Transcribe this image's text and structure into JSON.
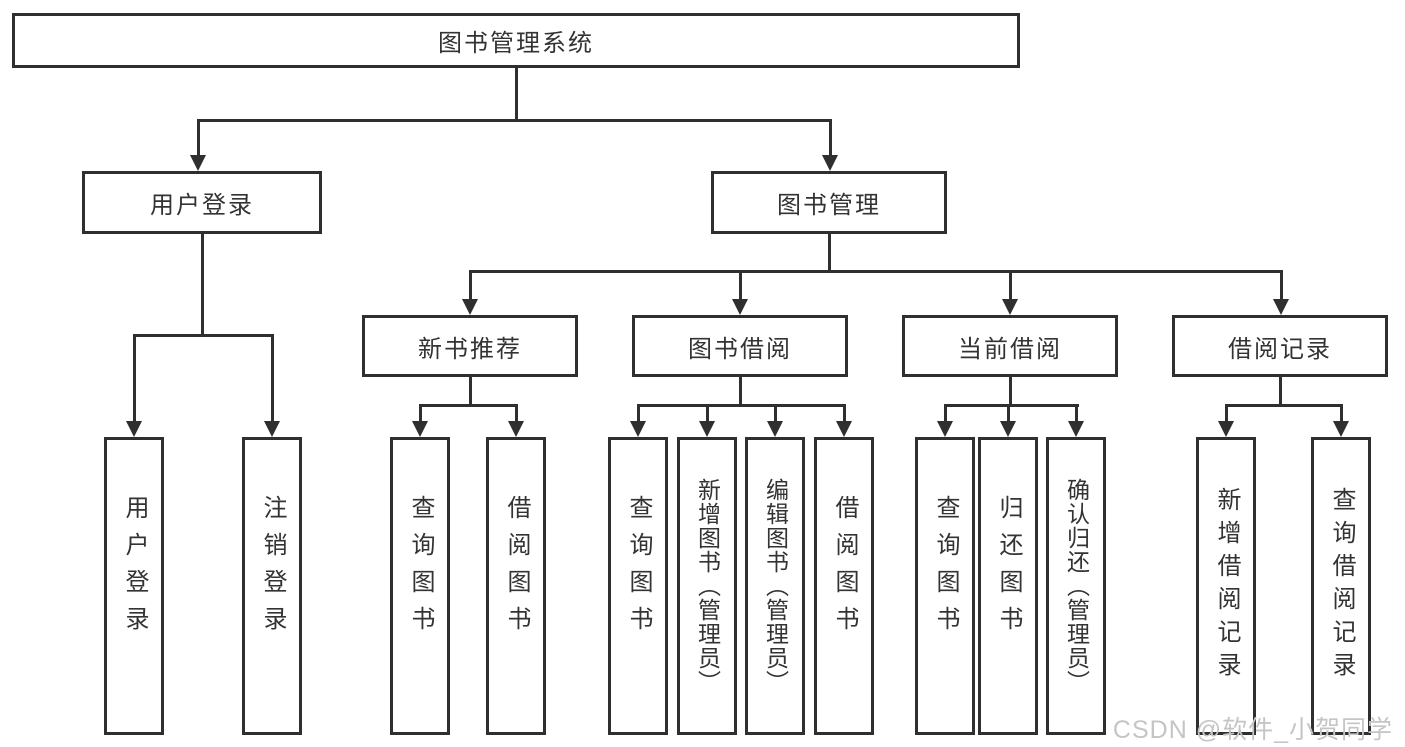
{
  "tree": {
    "root": "图书管理系统",
    "branches": [
      {
        "label": "用户登录",
        "children": [
          "用户登录",
          "注销登录"
        ]
      },
      {
        "label": "图书管理",
        "children": [
          {
            "label": "新书推荐",
            "children": [
              "查询图书",
              "借阅图书"
            ]
          },
          {
            "label": "图书借阅",
            "children": [
              "查询图书",
              "新增图书（管理员）",
              "编辑图书（管理员）",
              "借阅图书"
            ]
          },
          {
            "label": "当前借阅",
            "children": [
              "查询图书",
              "归还图书",
              "确认归还（管理员）"
            ]
          },
          {
            "label": "借阅记录",
            "children": [
              "新增借阅记录",
              "查询借阅记录"
            ]
          }
        ]
      }
    ]
  },
  "watermark": {
    "text": "CSDN @软件_小贺同学"
  },
  "colors": {
    "line": "#2f2f2f",
    "text": "#333333",
    "background": "#ffffff",
    "watermark": "#c5c5c5"
  }
}
